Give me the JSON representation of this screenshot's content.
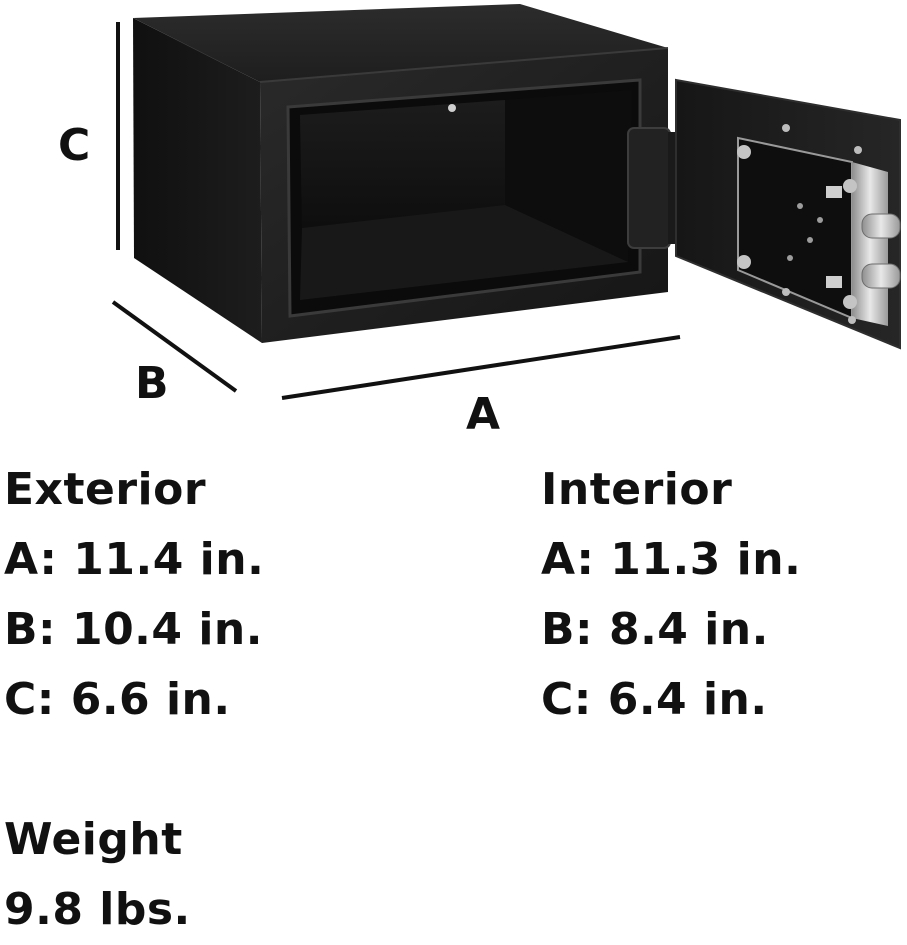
{
  "dimension_labels": {
    "a": "A",
    "b": "B",
    "c": "C"
  },
  "exterior": {
    "heading": "Exterior",
    "a": "A: 11.4 in.",
    "b": "B: 10.4 in.",
    "c": "C: 6.6 in."
  },
  "interior": {
    "heading": "Interior",
    "a": "A: 11.3 in.",
    "b": "B: 8.4 in.",
    "c": "C: 6.4 in."
  },
  "weight": {
    "heading": "Weight",
    "value": "9.8 lbs."
  },
  "colors": {
    "text": "#111111",
    "safe_body": "#1b1b1b",
    "safe_dark": "#0c0c0c",
    "bolt_metal": "#c9c9c9"
  }
}
